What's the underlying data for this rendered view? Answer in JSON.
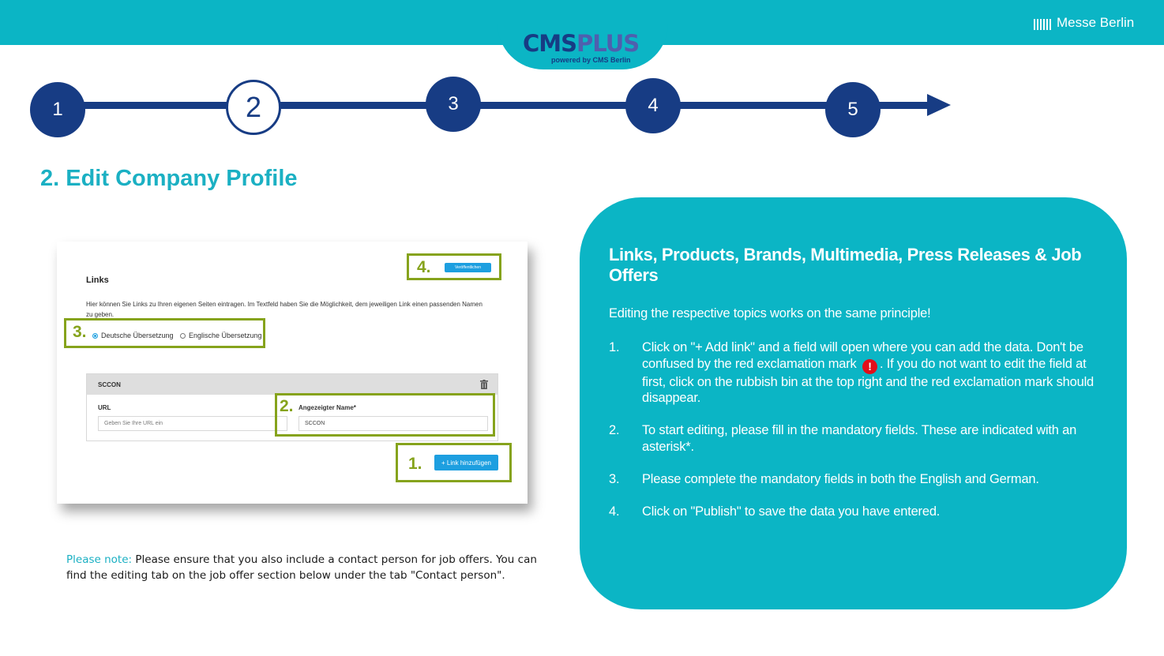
{
  "header": {
    "logo_main": "CMS",
    "logo_accent": "PLUS",
    "logo_tagline": "powered by CMS Berlin",
    "partner_logo": "Messe Berlin",
    "brand_color": "#0bb5c5",
    "dark_blue": "#173c84"
  },
  "steps": [
    {
      "label": "1",
      "current": false
    },
    {
      "label": "2",
      "current": true
    },
    {
      "label": "3",
      "current": false
    },
    {
      "label": "4",
      "current": false
    },
    {
      "label": "5",
      "current": false
    }
  ],
  "page_title": "2. Edit Company Profile",
  "screenshot": {
    "section_title": "Links",
    "description": "Hier können Sie Links zu Ihren eigenen Seiten eintragen. Im Textfeld haben Sie die Möglichkeit, dem jeweiligen Link einen passenden Namen zu geben.",
    "publish_button": "Veröffentlichen",
    "radio_german": "Deutsche Übersetzung",
    "radio_english": "Englische Übersetzung",
    "item_title": "SCCON",
    "url_label": "URL",
    "url_placeholder": "Geben Sie Ihre URL ein",
    "name_label": "Angezeigter Name*",
    "name_value": "SCCON",
    "add_link_button": "+ Link hinzufügen",
    "callouts": [
      "1.",
      "2.",
      "3.",
      "4."
    ],
    "callout_color": "#86a31c"
  },
  "note": {
    "label": "Please note:",
    "text": " Please ensure that you also include a contact person for job offers. You can find the editing tab on the job offer section below under the tab \"Contact person\"."
  },
  "panel": {
    "title": "Links, Products, Brands, Multimedia, Press Releases & Job Offers",
    "intro": "Editing the respective topics works on the same principle!",
    "items": [
      {
        "num": "1.",
        "text_before": "Click on \"+ Add link\" and a field will open where you can add the data. Don't be confused by the red exclamation mark ",
        "icon": "exclamation-icon",
        "text_after": ". If you do not want to edit the field at first, click on the rubbish bin at the top right and the red exclamation mark should disappear."
      },
      {
        "num": "2.",
        "text_before": "To start editing, please fill in the mandatory fields. These are indicated with an asterisk*.",
        "text_after": ""
      },
      {
        "num": "3.",
        "text_before": "Please complete the mandatory fields in both the English and German.",
        "text_after": ""
      },
      {
        "num": "4.",
        "text_before": "Click on \"Publish\" to save the data you have entered.",
        "text_after": ""
      }
    ]
  }
}
